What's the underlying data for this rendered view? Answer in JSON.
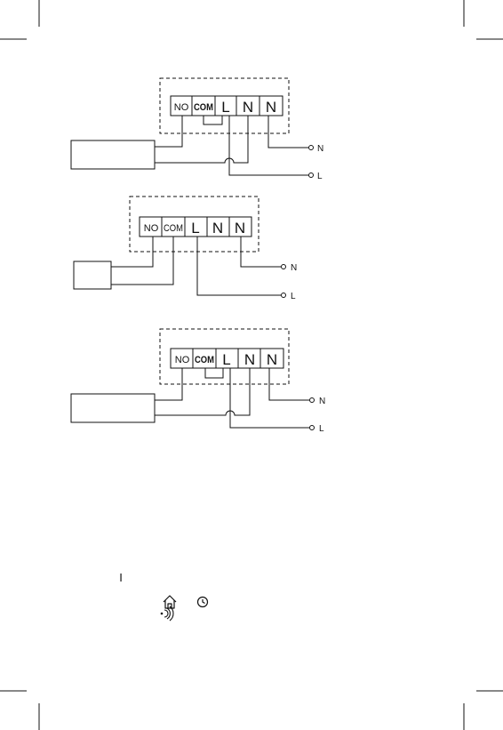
{
  "terminals": {
    "no": "NO",
    "com": "COM",
    "l": "L",
    "n1": "N",
    "n2": "N"
  },
  "supply": {
    "n": "N",
    "l": "L"
  },
  "footer": {
    "marker": "I"
  },
  "icons": [
    "home-icon",
    "clock-icon",
    "wireless-signal-icon"
  ]
}
